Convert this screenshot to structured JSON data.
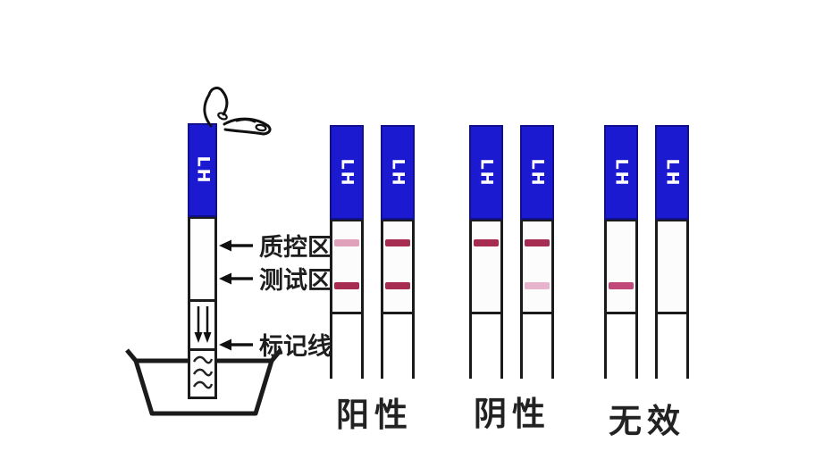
{
  "brand_label": "LH",
  "demo": {
    "annotations": [
      {
        "name": "control-zone",
        "label": "质控区"
      },
      {
        "name": "test-zone",
        "label": "测试区"
      },
      {
        "name": "marker-line",
        "label": "标记线"
      }
    ]
  },
  "groups": [
    {
      "label": "阳性",
      "strips": [
        {
          "control_line": "light",
          "test_line": "dark"
        },
        {
          "control_line": "dark",
          "test_line": "dark"
        }
      ]
    },
    {
      "label": "阴性",
      "strips": [
        {
          "control_line": "dark",
          "test_line": "none"
        },
        {
          "control_line": "dark",
          "test_line": "faint"
        }
      ]
    },
    {
      "label": "无效",
      "strips": [
        {
          "control_line": "none",
          "test_line": "medium"
        },
        {
          "control_line": "none",
          "test_line": "none"
        }
      ]
    }
  ],
  "colors": {
    "strip_blue": "#1b1ad0",
    "line_dark": "#a62c52",
    "line_medium": "#c1497a",
    "line_light": "#dfa2ba",
    "line_faint": "#e6b4cb",
    "outline": "#1b1b1b"
  }
}
